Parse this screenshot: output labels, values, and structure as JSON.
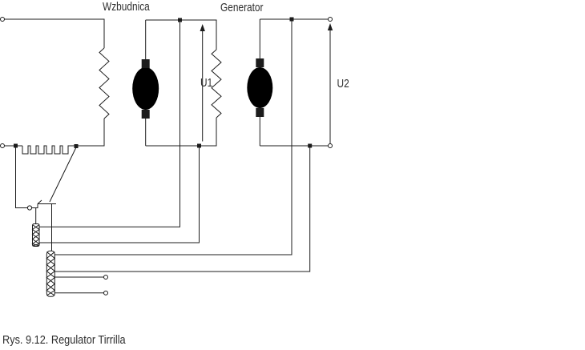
{
  "diagram": {
    "labels": {
      "exciter": "Wzbudnica",
      "generator": "Generator",
      "u1": "U1",
      "u2": "U2"
    },
    "caption": "Rys. 9.12. Regulator Tirrilla",
    "colors": {
      "line": "#1c1c1c",
      "background": "#ffffff",
      "text": "#2e2e2e"
    }
  }
}
